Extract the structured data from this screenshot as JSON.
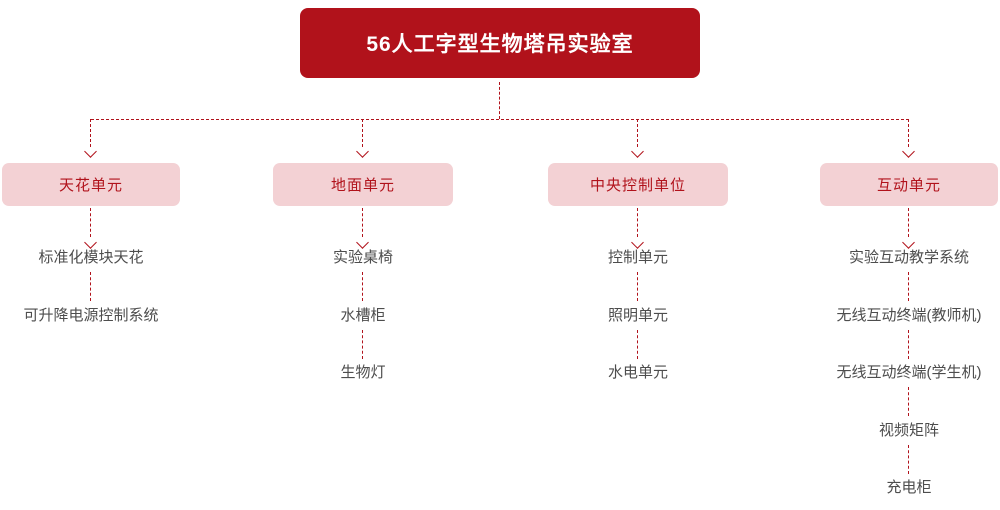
{
  "diagram": {
    "type": "org-tree",
    "root": {
      "title": "56人工字型生物塔吊实验室"
    },
    "columns": [
      {
        "header": "天花单元",
        "items": [
          "标准化模块天花",
          "可升降电源控制系统"
        ]
      },
      {
        "header": "地面单元",
        "items": [
          "实验桌椅",
          "水槽柜",
          "生物灯"
        ]
      },
      {
        "header": "中央控制单位",
        "items": [
          "控制单元",
          "照明单元",
          "水电单元"
        ]
      },
      {
        "header": "互动单元",
        "items": [
          "实验互动教学系统",
          "无线互动终端(教师机)",
          "无线互动终端(学生机)",
          "视频矩阵",
          "充电柜"
        ]
      }
    ],
    "colors": {
      "root_bg": "#b1121b",
      "root_text": "#ffffff",
      "category_bg": "#f3d1d4",
      "category_text": "#b1121b",
      "item_text": "#4d4d4d",
      "connector": "#b1121b"
    },
    "connector_style": "dashed-with-arrowheads"
  }
}
